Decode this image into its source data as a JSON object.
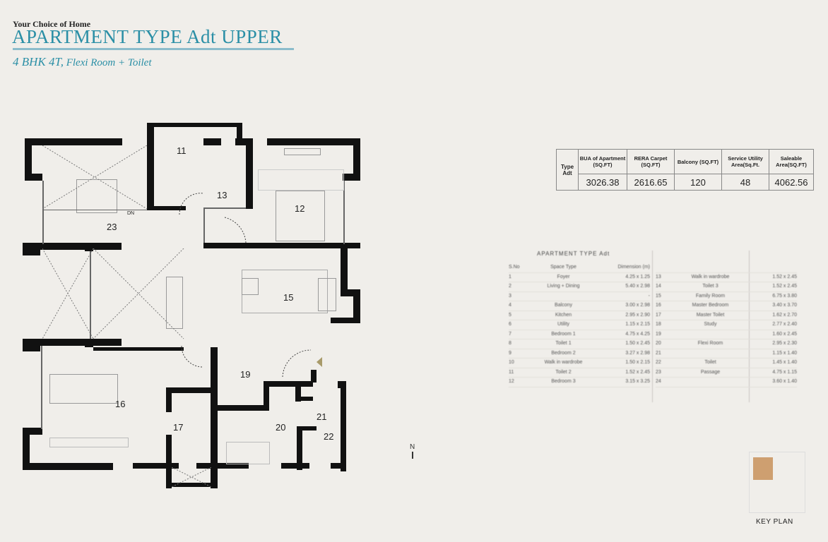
{
  "header": {
    "tagline": "Your Choice of Home",
    "title": "APARTMENT TYPE Adt UPPER",
    "subtitle_main": "4 BHK 4T,",
    "subtitle_rest": " Flexi Room + Toilet",
    "accent_color": "#2b8fa6"
  },
  "summary_table": {
    "row_label": "Type Adt",
    "headers": [
      "BUA of Apartment (SQ.FT)",
      "RERA Carpet (SQ.FT)",
      "Balcony (SQ.FT)",
      "Service Utility Area(Sq.Ft.",
      "Saleable Area(SQ.FT)"
    ],
    "values": [
      "3026.38",
      "2616.65",
      "120",
      "48",
      "4062.56"
    ]
  },
  "room_schedule": {
    "title": "APARTMENT TYPE Adt",
    "headers": [
      "S.No",
      "Space Type",
      "Dimension (m)"
    ],
    "left": [
      {
        "no": "1",
        "space": "Foyer",
        "dim": "4.25 x 1.25"
      },
      {
        "no": "2",
        "space": "Living + Dining",
        "dim": "5.40 x 2.98"
      },
      {
        "no": "3",
        "space": "",
        "dim": "-"
      },
      {
        "no": "4",
        "space": "Balcony",
        "dim": "3.00 x 2.98"
      },
      {
        "no": "5",
        "space": "Kitchen",
        "dim": "2.95 x 2.90"
      },
      {
        "no": "6",
        "space": "Utility",
        "dim": "1.15 x 2.15"
      },
      {
        "no": "7",
        "space": "Bedroom 1",
        "dim": "4.75 x 4.25"
      },
      {
        "no": "8",
        "space": "Toilet 1",
        "dim": "1.50 x 2.45"
      },
      {
        "no": "9",
        "space": "Bedroom 2",
        "dim": "3.27 x 2.98"
      },
      {
        "no": "10",
        "space": "Walk in wardrobe",
        "dim": "1.50 x 2.15"
      },
      {
        "no": "11",
        "space": "Toilet 2",
        "dim": "1.52 x 2.45"
      },
      {
        "no": "12",
        "space": "Bedroom 3",
        "dim": "3.15 x 3.25"
      }
    ],
    "right": [
      {
        "no": "13",
        "space": "Walk in wardrobe",
        "dim": "1.52 x 2.45"
      },
      {
        "no": "14",
        "space": "Toilet 3",
        "dim": "1.52 x 2.45"
      },
      {
        "no": "15",
        "space": "Family Room",
        "dim": "6.75 x 3.80"
      },
      {
        "no": "16",
        "space": "Master Bedroom",
        "dim": "3.40 x 3.70"
      },
      {
        "no": "17",
        "space": "Master Toilet",
        "dim": "1.62 x 2.70"
      },
      {
        "no": "18",
        "space": "Study",
        "dim": "2.77 x 2.40"
      },
      {
        "no": "19",
        "space": "",
        "dim": "1.60 x 2.45"
      },
      {
        "no": "20",
        "space": "Flexi Room",
        "dim": "2.95 x 2.30"
      },
      {
        "no": "21",
        "space": "",
        "dim": "1.15 x 1.40"
      },
      {
        "no": "22",
        "space": "Toilet",
        "dim": "1.45 x 1.40"
      },
      {
        "no": "23",
        "space": "Passage",
        "dim": "4.75 x 1.15"
      },
      {
        "no": "24",
        "space": "",
        "dim": "3.60 x 1.40"
      }
    ]
  },
  "floor_plan": {
    "room_labels": [
      "11",
      "12",
      "13",
      "15",
      "16",
      "17",
      "19",
      "20",
      "21",
      "22",
      "23"
    ],
    "stair_label": "DN",
    "north_label": "N"
  },
  "key_plan": {
    "label": "KEY PLAN",
    "highlight_color": "#c8915a"
  }
}
